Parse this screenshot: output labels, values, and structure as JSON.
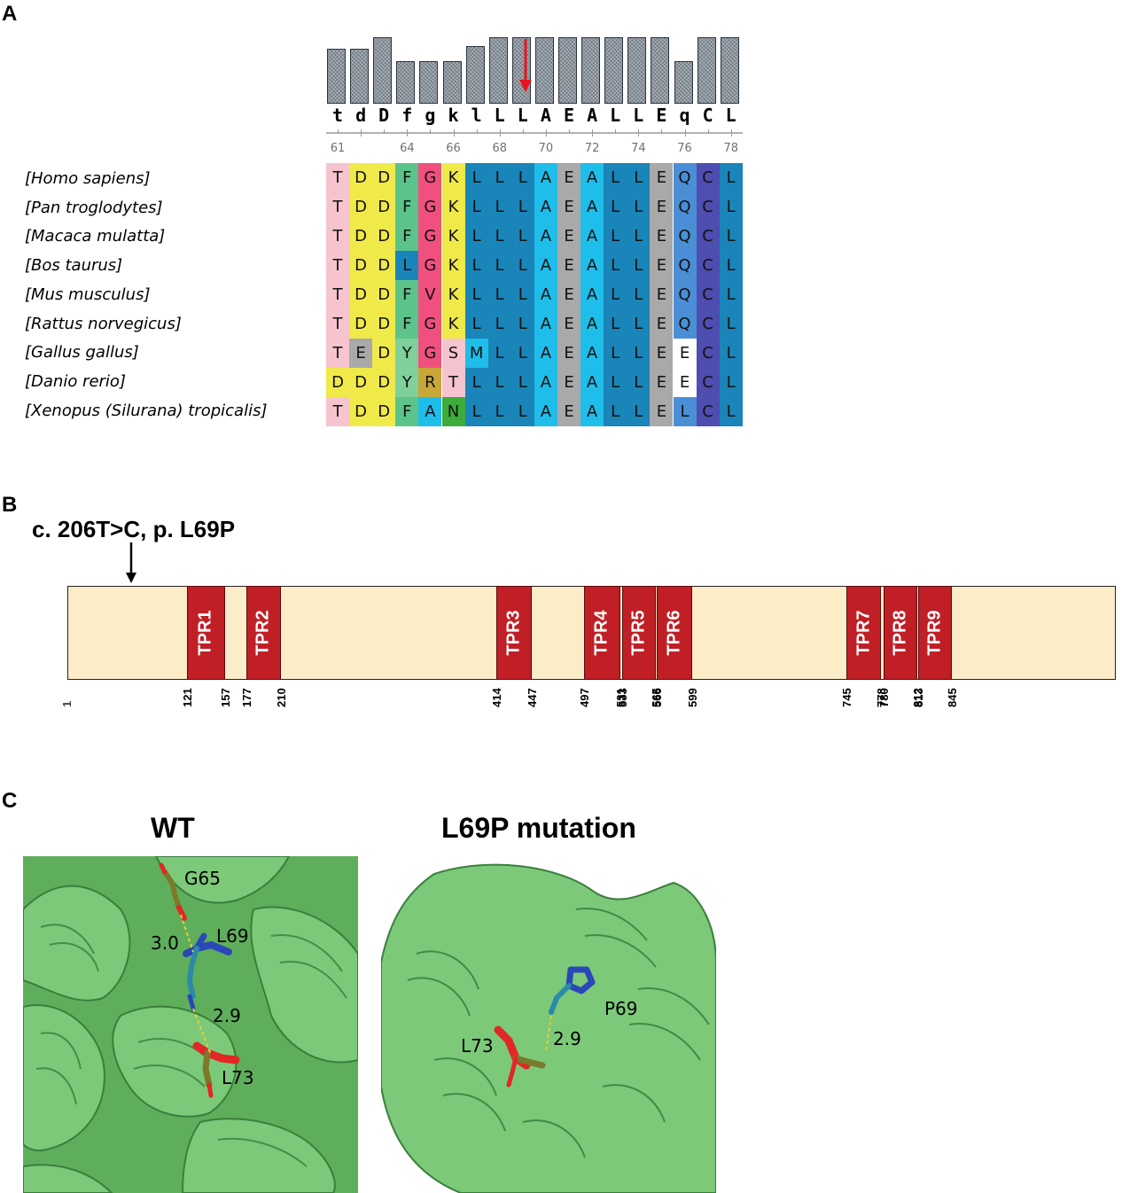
{
  "panel_labels": {
    "a": "A",
    "b": "B",
    "c": "C"
  },
  "panel_a": {
    "conservation": [
      0.71,
      0.71,
      0.86,
      0.55,
      0.55,
      0.55,
      0.75,
      0.86,
      0.86,
      0.86,
      0.86,
      0.86,
      0.86,
      0.86,
      0.86,
      0.55,
      0.86,
      0.86
    ],
    "consensus": [
      "t",
      "d",
      "D",
      "f",
      "g",
      "k",
      "l",
      "L",
      "L",
      "A",
      "E",
      "A",
      "L",
      "L",
      "E",
      "q",
      "C",
      "L"
    ],
    "positions": [
      "61",
      "64",
      "66",
      "68",
      "70",
      "72",
      "74",
      "76",
      "78"
    ],
    "arrow_color": "#e8141c",
    "species": [
      "[Homo sapiens]",
      "[Pan troglodytes]",
      "[Macaca mulatta]",
      "[Bos taurus]",
      "[Mus musculus]",
      "[Rattus norvegicus]",
      "[Gallus gallus]",
      "[Danio rerio]",
      "[Xenopus (Silurana) tropicalis]"
    ],
    "alignment": [
      "TDDFGKLLLAEALLEQCL",
      "TDDFGKLLLAEALLEQCL",
      "TDDFGKLLLAEALLEQCL",
      "TDDLGKLLLAEALLEQCL",
      "TDDFVKLLLAEALLEQCL",
      "TDDFGKLLLAEALLEQCL",
      "TEDYGSMLLAEALLEECL",
      "DDDYRTLLLAEALLEECL",
      "TDDFANLLLAEALLELCL"
    ],
    "colors": {
      "pink": "#f6c4cf",
      "yellow": "#f0e94a",
      "green": "#5cc38a",
      "lightgreen": "#7fd09a",
      "magenta": "#f0507e",
      "teal": "#1a85b8",
      "cyan": "#1fbde9",
      "gray": "#a9a9a9",
      "blue": "#4a8fd6",
      "purple": "#4e4db0",
      "olive": "#c7a63a",
      "kelly": "#3cac3a"
    }
  },
  "panel_b": {
    "mutation_label": "c. 206T>C, p. L69P",
    "start_label": "1",
    "domains": [
      {
        "name": "TPR1",
        "start": 121,
        "end": 157
      },
      {
        "name": "TPR2",
        "start": 177,
        "end": 210
      },
      {
        "name": "TPR3",
        "start": 414,
        "end": 447
      },
      {
        "name": "TPR4",
        "start": 497,
        "end": 531
      },
      {
        "name": "TPR5",
        "start": 533,
        "end": 565
      },
      {
        "name": "TPR6",
        "start": 566,
        "end": 599
      },
      {
        "name": "TPR7",
        "start": 745,
        "end": 778
      },
      {
        "name": "TPR8",
        "start": 780,
        "end": 812
      },
      {
        "name": "TPR9",
        "start": 813,
        "end": 845
      }
    ],
    "ticks": [
      "121",
      "157",
      "177",
      "210",
      "414",
      "447",
      "497",
      "531",
      "533",
      "565",
      "566",
      "599",
      "745",
      "778",
      "780",
      "812",
      "813",
      "845"
    ],
    "protein_color": "#fdecc8",
    "domain_color": "#c01f26"
  },
  "panel_c": {
    "wt_title": "WT",
    "mut_title": "L69P mutation",
    "wt_labels": {
      "g65": "G65",
      "l69": "L69",
      "l73": "L73",
      "d1": "3.0",
      "d2": "2.9"
    },
    "mut_labels": {
      "p69": "P69",
      "l73": "L73",
      "d1": "2.9"
    },
    "colors": {
      "ribbon": "#6fbf6c",
      "ribbon_dark": "#3f8c42",
      "blue": "#2a47b8",
      "red": "#e32626",
      "olive": "#7a7a2a",
      "hbond": "#e3d12b"
    }
  }
}
